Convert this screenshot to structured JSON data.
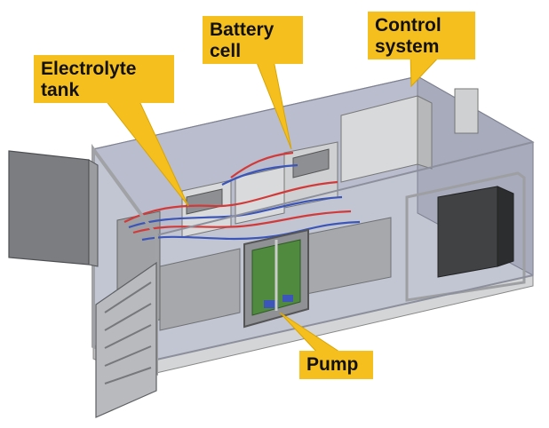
{
  "labels": {
    "electrolyte_tank": [
      "Electrolyte",
      "tank"
    ],
    "battery_cell": [
      "Battery",
      "cell"
    ],
    "control_system": [
      "Control",
      "system"
    ],
    "pump": "Pump"
  },
  "colors": {
    "callout_fill": "#f5bf1d",
    "enclosure_glass": "#aeb3c6",
    "frame": "#c9c9c9",
    "pump_board": "#4f8a3e",
    "pipe_red": "#d23a3a",
    "pipe_blue": "#3b55b8"
  }
}
